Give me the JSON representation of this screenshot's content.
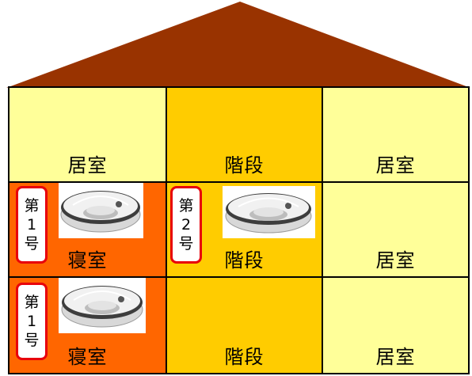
{
  "colors": {
    "roof": "#993300",
    "yellow_room": "#ffff99",
    "stair": "#ffcc00",
    "bedroom": "#ff6600",
    "badge_border": "#e8000b"
  },
  "floors": {
    "top": {
      "left": "居室",
      "middle": "階段",
      "right": "居室"
    },
    "second": {
      "left": "寝室",
      "middle": "階段",
      "right": "居室"
    },
    "first": {
      "left": "寝室",
      "middle": "階段",
      "right": "居室"
    }
  },
  "detectors": {
    "second_left": [
      "第",
      "1",
      "号"
    ],
    "second_middle": [
      "第",
      "2",
      "号"
    ],
    "first_left": [
      "第",
      "1",
      "号"
    ]
  },
  "icons": [
    "smoke-detector-icon"
  ]
}
